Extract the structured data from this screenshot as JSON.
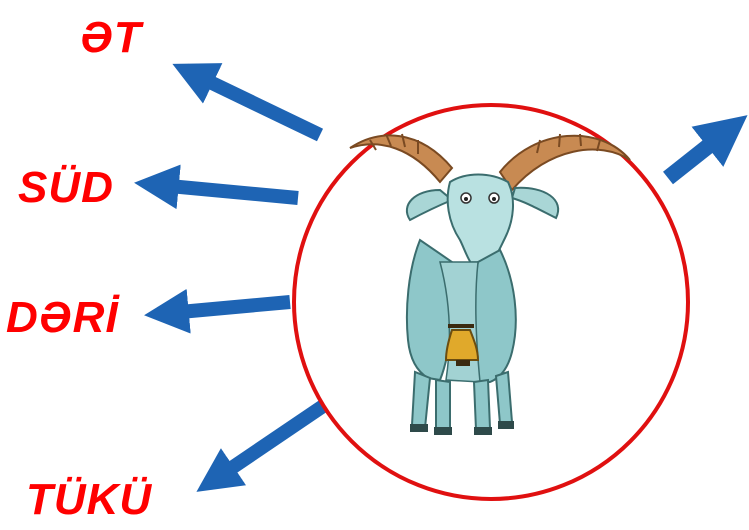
{
  "labels": {
    "meat": "ƏT",
    "milk": "SÜD",
    "skin": "DƏRİ",
    "hair": "TÜKÜ"
  },
  "colors": {
    "label_text": "#ff0000",
    "arrow": "#1e64b4",
    "circle_stroke": "#e01010",
    "goat_body": "#8ec7c9"
  },
  "icons": {
    "center_image": "goat-illustration"
  }
}
